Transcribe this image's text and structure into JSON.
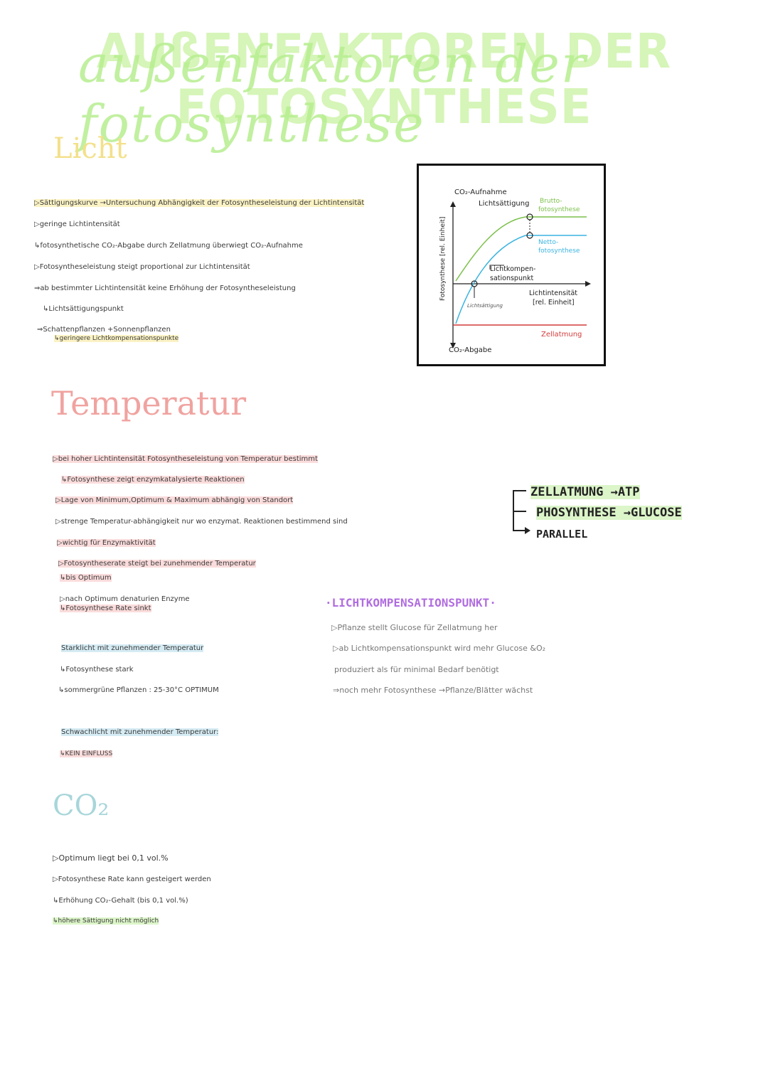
{
  "title": "AUßENFAKTOREN DER FOTOSYNTHESE",
  "title_script": "außenfaktoren der fotosynthese",
  "sections": {
    "licht": {
      "heading": "Licht",
      "lines": [
        "▷Sättigungskurve →Untersuchung Abhängigkeit der Fotosyntheseleistung der Lichtintensität",
        "▷geringe Lichtintensität",
        "↳fotosynthetische CO₂-Abgabe durch Zellatmung überwiegt CO₂-Aufnahme",
        "▷Fotosyntheseleistung steigt proportional zur Lichtintensität",
        "⇒ab bestimmter Lichtintensität keine Erhöhung der Fotosyntheseleistung",
        "↳Lichtsättigungspunkt",
        "⇒Schattenpflanzen +Sonnenpflanzen",
        "↳geringere Lichtkompensationspunkte"
      ]
    },
    "temperatur": {
      "heading": "Temperatur",
      "lines": [
        "▷bei hoher Lichtintensität Fotosyntheseleistung von Temperatur bestimmt",
        "↳Fotosynthese zeigt enzymkatalysierte Reaktionen",
        "▷Lage von Minimum,Optimum & Maximum abhängig von Standort",
        "▷strenge Temperatur-abhängigkeit nur wo enzymat. Reaktionen bestimmend sind",
        "▷wichtig für Enzymaktivität",
        "▷Fotosyntheserate steigt bei zunehmender Temperatur",
        "↳bis Optimum",
        "▷nach Optimum denaturien Enzyme",
        "↳Fotosynthese Rate sinkt",
        "Starklicht mit zunehmender Temperatur",
        "↳Fotosynthese stark",
        "↳sommergrüne Pflanzen : 25-30°C OPTIMUM",
        "Schwachlicht mit zunehmender Temperatur:",
        "↳KEIN EINFLUSS"
      ]
    },
    "co2": {
      "heading": "CO₂",
      "lines": [
        "▷Optimum liegt bei 0,1 vol.%",
        "▷Fotosynthese Rate kann gesteigert werden",
        "↳Erhöhung CO₂-Gehalt (bis 0,1 vol.%)",
        "↳höhere Sättigung nicht möglich"
      ]
    }
  },
  "right_notes": {
    "list": [
      "ZELLATMUNG →ATP",
      "PHOSYNTHESE →GLUCOSE",
      "PARALLEL"
    ],
    "lk_title": "·LICHTKOMPENSATIONSPUNKT·",
    "lk_lines": [
      "▷Pflanze stellt Glucose für Zellatmung her",
      "▷ab Lichtkompensationspunkt wird mehr Glucose &O₂",
      "produziert als für minimal Bedarf benötigt",
      "⇒noch mehr Fotosynthese →Pflanze/Blätter wächst"
    ]
  },
  "chart_data": {
    "type": "line",
    "title": "",
    "ylabel": "Fotosynthese [rel. Einheit]",
    "y_top_label": "CO₂-Aufnahme",
    "y_bottom_label": "CO₂-Abgabe",
    "xlabel": "Lichtintensität [rel. Einheit]",
    "annotations": [
      "Lichtsättigung",
      "Lichtkompen-sationspunkt",
      "Lichtsättigung"
    ],
    "series": [
      {
        "name": "Brutto-fotosynthese",
        "color": "#7cc04a"
      },
      {
        "name": "Netto-fotosynthese",
        "color": "#3bb4e0"
      },
      {
        "name": "Zellatmung",
        "color": "#d43c3c"
      }
    ],
    "colors": {
      "brutto": "#7cc04a",
      "netto": "#3bb4e0",
      "zellatmung": "#d43c3c"
    }
  }
}
